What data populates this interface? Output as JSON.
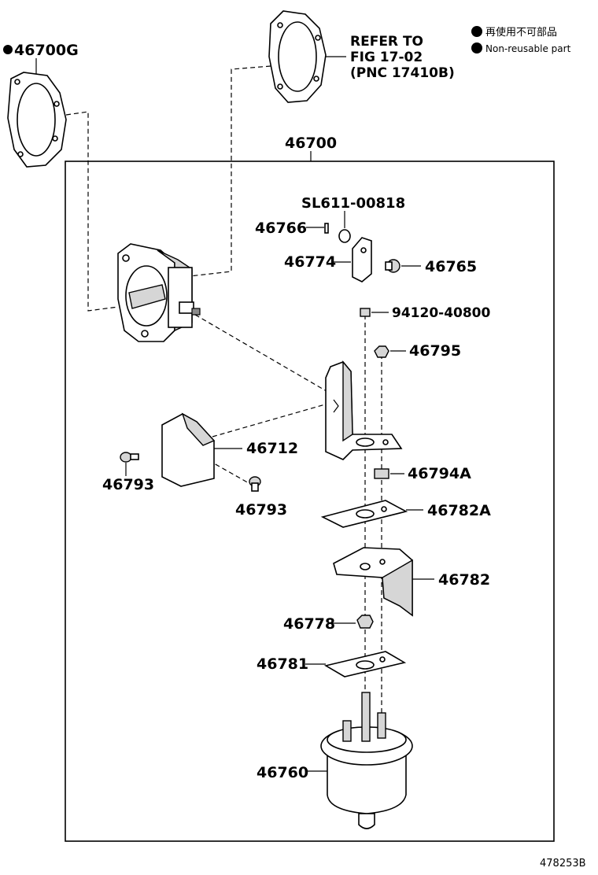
{
  "legend": {
    "dot_color": "#000000",
    "line1": "再使用不可部品",
    "line2": "Non-reusable part"
  },
  "refer": {
    "line1": "REFER TO",
    "line2": "FIG 17-02",
    "line3": "(PNC 17410B)"
  },
  "labels": {
    "gasket_g": "46700G",
    "assembly": "46700",
    "sl611": "SL611-00818",
    "p46766": "46766",
    "p46774": "46774",
    "p46765": "46765",
    "p94120": "94120-40800",
    "p46795": "46795",
    "p46712": "46712",
    "p46793a": "46793",
    "p46793b": "46793",
    "p46794a": "46794A",
    "p46782a": "46782A",
    "p46782": "46782",
    "p46778": "46778",
    "p46781": "46781",
    "p46760": "46760"
  },
  "figure_id": "478253B"
}
